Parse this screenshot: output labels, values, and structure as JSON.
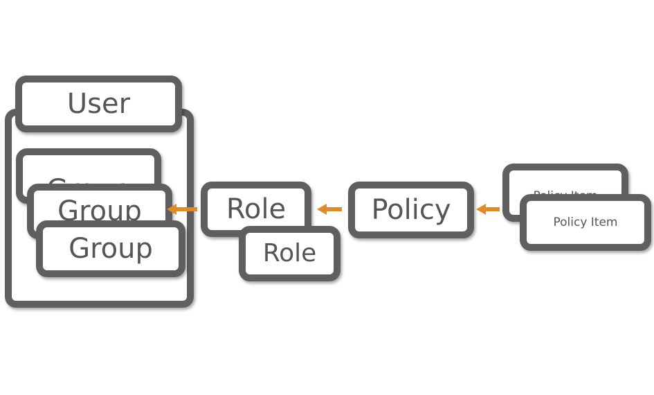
{
  "labels": {
    "user": "User",
    "group_1": "Group",
    "group_2": "Group",
    "group_3": "Group",
    "role_1": "Role",
    "role_2": "Role",
    "policy": "Policy",
    "policy_item_1": "Policy Item",
    "policy_item_2": "Policy Item"
  },
  "colors": {
    "box_border": "#5f5f5f",
    "text": "#555555",
    "arrow": "#e08a2a"
  },
  "icons": [
    "arrow-left-icon"
  ]
}
